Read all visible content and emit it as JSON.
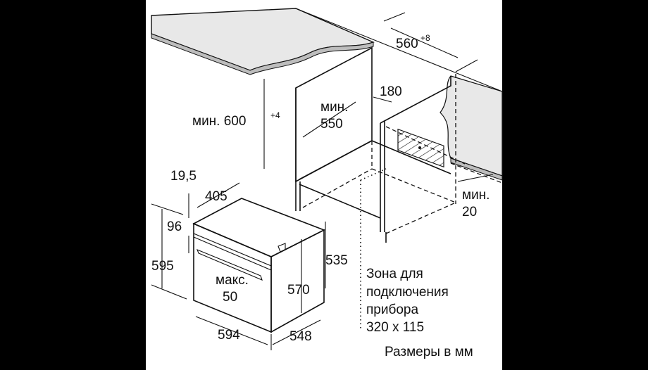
{
  "diagram": {
    "title": "Oven built-in installation dimensions",
    "labels": {
      "cabinet_width": "560",
      "cabinet_width_tol": "+8",
      "min_height_prefix": "мин. 600",
      "min_height_tol": "+4",
      "min_depth_line1": "мин.",
      "min_depth_line2": "550",
      "depth_180": "180",
      "min_gap_line1": "мин.",
      "min_gap_line2": "20",
      "panel_offset": "19,5",
      "depth_405": "405",
      "panel_96": "96",
      "height_595": "595",
      "max_line1": "макс.",
      "max_line2": "50",
      "height_570": "570",
      "height_535": "535",
      "width_594": "594",
      "depth_548": "548",
      "zone_line1": "Зона для",
      "zone_line2": "подключения",
      "zone_line3": "прибора",
      "zone_line4": "320 x 115",
      "units_note": "Размеры в мм"
    }
  }
}
